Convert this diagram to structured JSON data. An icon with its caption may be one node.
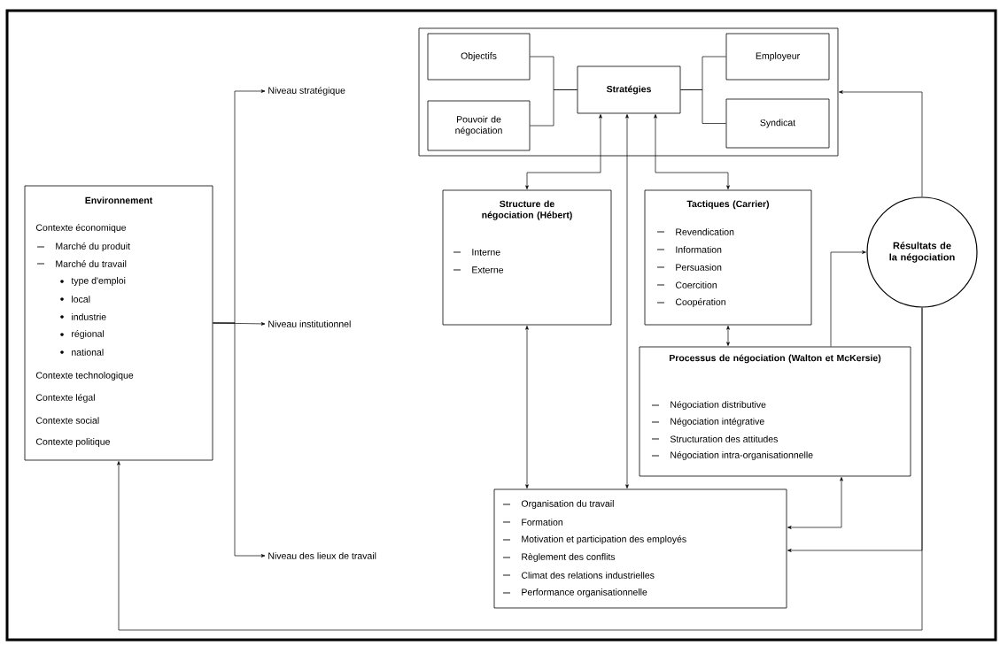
{
  "diagram": {
    "nodes": [
      {
        "text": [
          "Environnement",
          "Contexte économique",
          "Marché du produit",
          "Marché du travail",
          "type d'emploi",
          "local",
          "industrie",
          "régional",
          "national",
          "Contexte technologique",
          "Contexte légal",
          "Contexte social",
          "Contexte politique"
        ]
      },
      {
        "text": [
          "Niveau stratégique"
        ]
      },
      {
        "text": [
          "Niveau institutionnel"
        ]
      },
      {
        "text": [
          "Niveau des lieux de travail"
        ]
      },
      {
        "text": [],
        "shape": "box"
      },
      {
        "text": [
          "Objectifs"
        ],
        "in": 4
      },
      {
        "text": [
          "Pouvoir de négociation"
        ],
        "in": 4
      },
      {
        "text": [
          "Stratégies"
        ],
        "in": 4
      },
      {
        "text": [
          "Employeur"
        ],
        "in": 4
      },
      {
        "text": [
          "Syndicat"
        ],
        "in": 4
      },
      {
        "text": [
          "Structure de négociation (Hébert)",
          "Interne",
          "Externe"
        ]
      },
      {
        "text": [
          "Tactiques (Carrier)",
          "Revendication",
          "Information",
          "Persuasion",
          "Coercition",
          "Coopération"
        ]
      },
      {
        "text": [
          "Résultats de la négociation"
        ]
      },
      {
        "text": [
          "Processus de négociation (Walton et McKersie)",
          "Négociation distributive",
          "Négociation intégrative",
          "Structuration des attitudes",
          "Négociation intra-organisationnelle"
        ]
      },
      {
        "text": [
          "Organisation du travail",
          "Formation",
          "Motivation et participation des employés",
          "Règlement des conflits",
          "Climat des relations industrielles",
          "Performance organisationnelle"
        ]
      }
    ],
    "edges": [
      {
        "from": 0,
        "to": 1,
        "arrow": "to"
      },
      {
        "from": 0,
        "to": 2,
        "arrow": "to"
      },
      {
        "from": 0,
        "to": 3,
        "arrow": "to"
      },
      {
        "from": 5,
        "to": 7,
        "arrow": "none"
      },
      {
        "from": 6,
        "to": 7,
        "arrow": "none"
      },
      {
        "from": 7,
        "to": 8,
        "arrow": "none"
      },
      {
        "from": 7,
        "to": 9,
        "arrow": "none"
      },
      {
        "from": 7,
        "to": 10,
        "arrow": "both"
      },
      {
        "from": 7,
        "to": 11,
        "arrow": "both"
      },
      {
        "from": 14,
        "to": 7,
        "arrow": "both"
      },
      {
        "from": 10,
        "to": 14,
        "arrow": "both"
      },
      {
        "from": 11,
        "to": 13,
        "arrow": "both"
      },
      {
        "from": 13,
        "to": 12,
        "arrow": "to"
      },
      {
        "from": 13,
        "to": 14,
        "arrow": "both"
      },
      {
        "from": 12,
        "to": 4,
        "arrow": "to"
      },
      {
        "from": 12,
        "to": 14,
        "arrow": "to"
      },
      {
        "from": 12,
        "to": 0,
        "arrow": "to"
      }
    ]
  }
}
